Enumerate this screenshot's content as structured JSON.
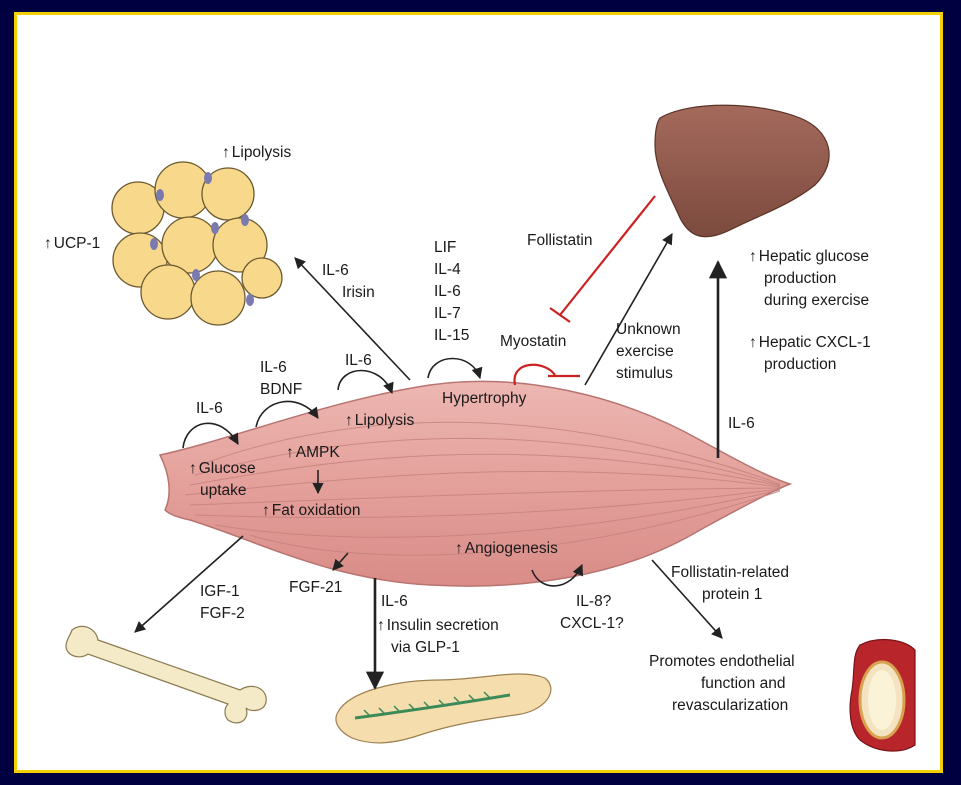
{
  "labels": {
    "lipolysis_fat": "Lipolysis",
    "ucp1": "UCP-1",
    "il6_irisin": [
      "IL-6",
      "Irisin"
    ],
    "cytokines_hypertrophy": [
      "LIF",
      "IL-4",
      "IL-6",
      "IL-7",
      "IL-15"
    ],
    "follistatin": "Follistatin",
    "myostatin": "Myostatin",
    "unknown_stimulus": [
      "Unknown",
      "exercise",
      "stimulus"
    ],
    "hepatic_glucose": [
      "Hepatic glucose",
      "production",
      "during exercise"
    ],
    "hepatic_cxcl1": [
      "Hepatic CXCL-1",
      "production"
    ],
    "il6_liver": "IL-6",
    "il6_glucose": "IL-6",
    "il6_bdnf": [
      "IL-6",
      "BDNF"
    ],
    "il6_lipolysis": "IL-6",
    "glucose_uptake": [
      "Glucose",
      "uptake"
    ],
    "ampk": "AMPK",
    "lipolysis_muscle": "Lipolysis",
    "hypertrophy": "Hypertrophy",
    "fat_oxidation": "Fat oxidation",
    "angiogenesis": "Angiogenesis",
    "igf_fgf": [
      "IGF-1",
      "FGF-2"
    ],
    "fgf21": "FGF-21",
    "il6_insulin": "IL-6",
    "insulin_secretion": [
      "Insulin secretion",
      "via GLP-1"
    ],
    "il8_cxcl1": [
      "IL-8?",
      "CXCL-1?"
    ],
    "fstl1": [
      "Follistatin-related",
      "protein 1"
    ],
    "endothelial": [
      "Promotes endothelial",
      "function and",
      "revascularization"
    ]
  },
  "icons": [
    "fat-cells-icon",
    "liver-icon",
    "muscle-icon",
    "bone-icon",
    "pancreas-icon",
    "blood-vessel-icon"
  ],
  "colors": {
    "frame": "#000040",
    "border": "#f3d000",
    "muscle": "#e7a6a2",
    "fat": "#f8d98c",
    "liver": "#8a5548",
    "inhibition": "#cc2222"
  }
}
